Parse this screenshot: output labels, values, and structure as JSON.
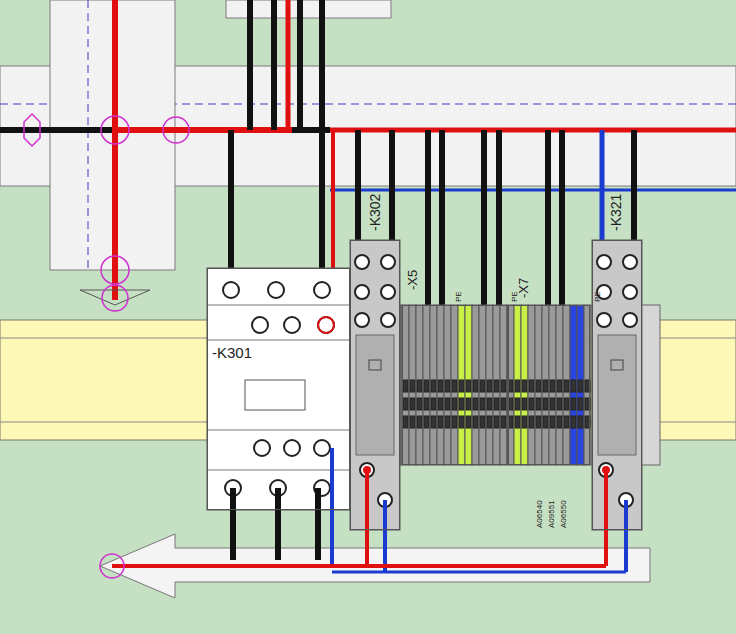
{
  "diagram": {
    "nodes": [
      {
        "text": [
          "-K301"
        ]
      },
      {
        "text": [
          "-K302"
        ]
      },
      {
        "text": [
          "-X5"
        ]
      },
      {
        "text": [
          "-X7"
        ]
      },
      {
        "text": [
          "-K321"
        ]
      }
    ],
    "labels": [
      "PE",
      "PE",
      "PE",
      "A06540",
      "A09551",
      "A06550"
    ]
  }
}
